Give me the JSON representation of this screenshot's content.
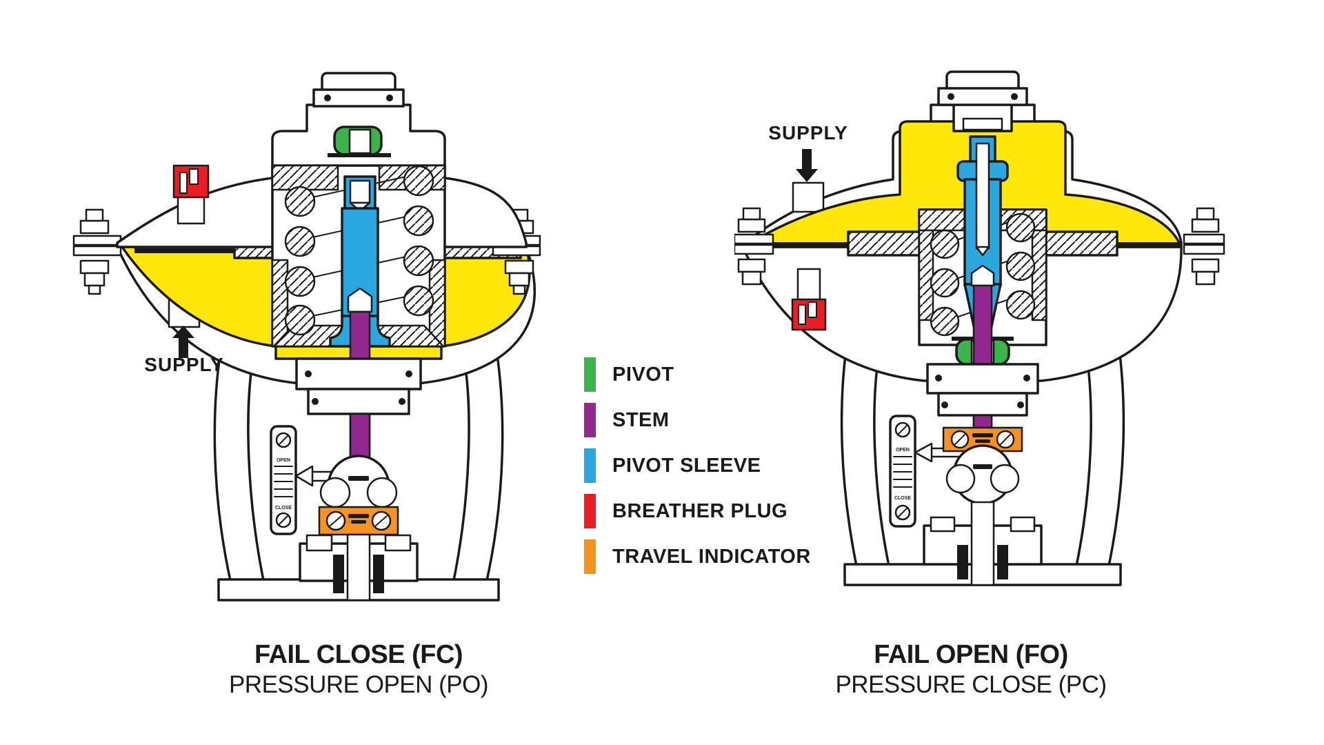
{
  "colors": {
    "green": "#3BB54A",
    "purple": "#92278F",
    "blue": "#29A8DF",
    "red": "#EC1C24",
    "orange": "#F6921E",
    "yellow": "#FFE70A",
    "line": "#1a1a1a"
  },
  "legend": {
    "items": [
      {
        "label": "PIVOT"
      },
      {
        "label": "STEM"
      },
      {
        "label": "PIVOT SLEEVE"
      },
      {
        "label": "BREATHER PLUG"
      },
      {
        "label": "TRAVEL INDICATOR"
      }
    ]
  },
  "left_actuator": {
    "supply_label": "SUPPLY",
    "title_line1": "FAIL CLOSE (FC)",
    "title_line2": "PRESSURE OPEN (PO)",
    "indicator_open": "OPEN",
    "indicator_close": "CLOSE"
  },
  "right_actuator": {
    "supply_label": "SUPPLY",
    "title_line1": "FAIL OPEN (FO)",
    "title_line2": "PRESSURE CLOSE (PC)",
    "indicator_open": "OPEN",
    "indicator_close": "CLOSE"
  }
}
